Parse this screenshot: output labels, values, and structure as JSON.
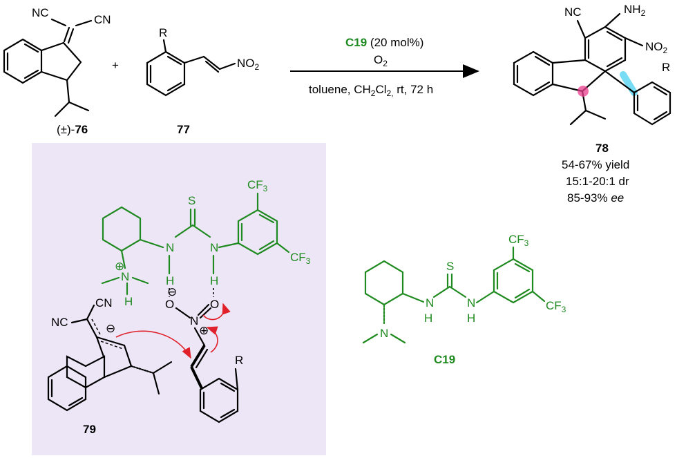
{
  "colors": {
    "catalyst": "#1f8a1f",
    "panel": "#ece6f6",
    "arrow_red": "#e0202a",
    "highlight_pink": "#e83e8c",
    "highlight_cyan": "#40d0f0"
  },
  "reactant_76": {
    "cn_a": "NC",
    "cn_b": "CN",
    "label_prefix": "(±)-",
    "label_num": "76"
  },
  "reactant_77": {
    "r": "R",
    "no2": "NO",
    "no2_sub": "2",
    "label": "77"
  },
  "plus": "+",
  "conditions": {
    "catalyst": "C19",
    "loading": " (20 mol%)",
    "oxidant": "O",
    "oxidant_sub": "2",
    "solvent_a": "toluene, CH",
    "solvent_sub1": "2",
    "solvent_b": "Cl",
    "solvent_sub2": "2,",
    "solvent_c": " rt, 72 h"
  },
  "product_78": {
    "cn": "NC",
    "nh2": "NH",
    "nh2_sub": "2",
    "no2": "NO",
    "no2_sub": "2",
    "r": "R",
    "label": "78",
    "yield": "54-67% yield",
    "dr": "15:1-20:1 dr",
    "ee_value": "85-93% ",
    "ee_unit": "ee"
  },
  "ts_79": {
    "cf3": "CF",
    "cf3_sub": "3",
    "s": "S",
    "n": "N",
    "h": "H",
    "o": "O",
    "plus": "⊕",
    "minus": "⊖",
    "nc": "NC",
    "cn": "CN",
    "r": "R",
    "label": "79"
  },
  "catalyst_C19": {
    "cf3": "CF",
    "cf3_sub": "3",
    "s": "S",
    "n": "N",
    "h": "H",
    "label": "C19"
  }
}
